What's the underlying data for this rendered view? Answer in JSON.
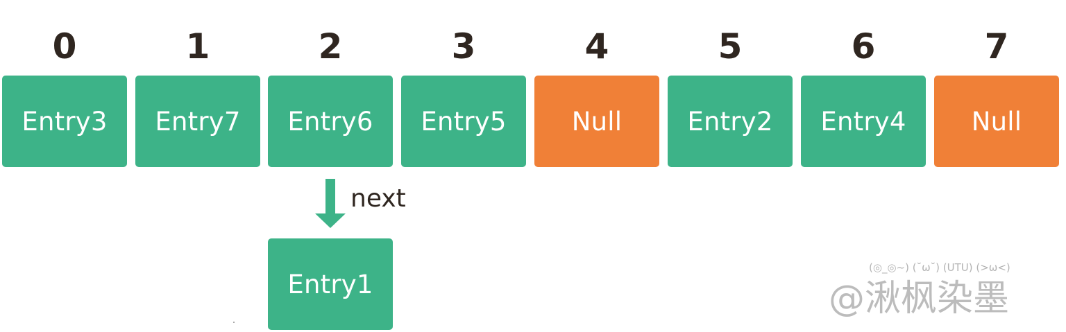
{
  "indices": [
    "0",
    "1",
    "2",
    "3",
    "4",
    "5",
    "6",
    "7"
  ],
  "buckets": [
    {
      "label": "Entry3",
      "state": "entry",
      "color": "#3db388"
    },
    {
      "label": "Entry7",
      "state": "entry",
      "color": "#3db388"
    },
    {
      "label": "Entry6",
      "state": "entry",
      "color": "#3db388"
    },
    {
      "label": "Entry5",
      "state": "entry",
      "color": "#3db388"
    },
    {
      "label": "Null",
      "state": "null",
      "color": "#f08037"
    },
    {
      "label": "Entry2",
      "state": "entry",
      "color": "#3db388"
    },
    {
      "label": "Entry4",
      "state": "entry",
      "color": "#3db388"
    },
    {
      "label": "Null",
      "state": "null",
      "color": "#f08037"
    }
  ],
  "chain": {
    "arrow_label": "next",
    "node_label": "Entry1",
    "node_color": "#3db388"
  },
  "watermark": {
    "faces": "(◎_◎~) (˘ω˘) (UTU) (>ω<)",
    "text": "@湫枫染墨"
  }
}
